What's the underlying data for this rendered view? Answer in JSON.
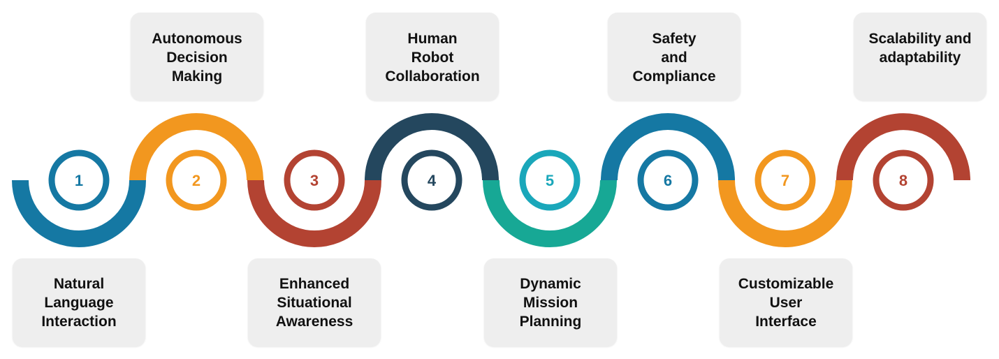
{
  "steps": [
    {
      "number": "1",
      "label": "Natural\nLanguage\nInteraction",
      "color": "#1578a3"
    },
    {
      "number": "2",
      "label": "Autonomous\nDecision\nMaking",
      "color": "#f2971f"
    },
    {
      "number": "3",
      "label": "Enhanced\nSituational\nAwareness",
      "color": "#b34332"
    },
    {
      "number": "4",
      "label": "Human\nRobot\nCollaboration",
      "color": "#24475e"
    },
    {
      "number": "5",
      "label": "Dynamic\nMission\nPlanning",
      "color": "#1aa7ba"
    },
    {
      "number": "6",
      "label": "Safety\nand\nCompliance",
      "color": "#1578a3"
    },
    {
      "number": "7",
      "label": "Customizable\nUser\nInterface",
      "color": "#f2971f"
    },
    {
      "number": "8",
      "label": "Scalability and\nadaptability",
      "color": "#b34332"
    }
  ],
  "lower_arc_colors": [
    "#1578a3",
    "#b34332",
    "#17a895",
    "#f2971f"
  ],
  "upper_arc_colors": [
    "#f2971f",
    "#24475e",
    "#1578a3",
    "#b34332"
  ],
  "card_background": "#eeeeee"
}
